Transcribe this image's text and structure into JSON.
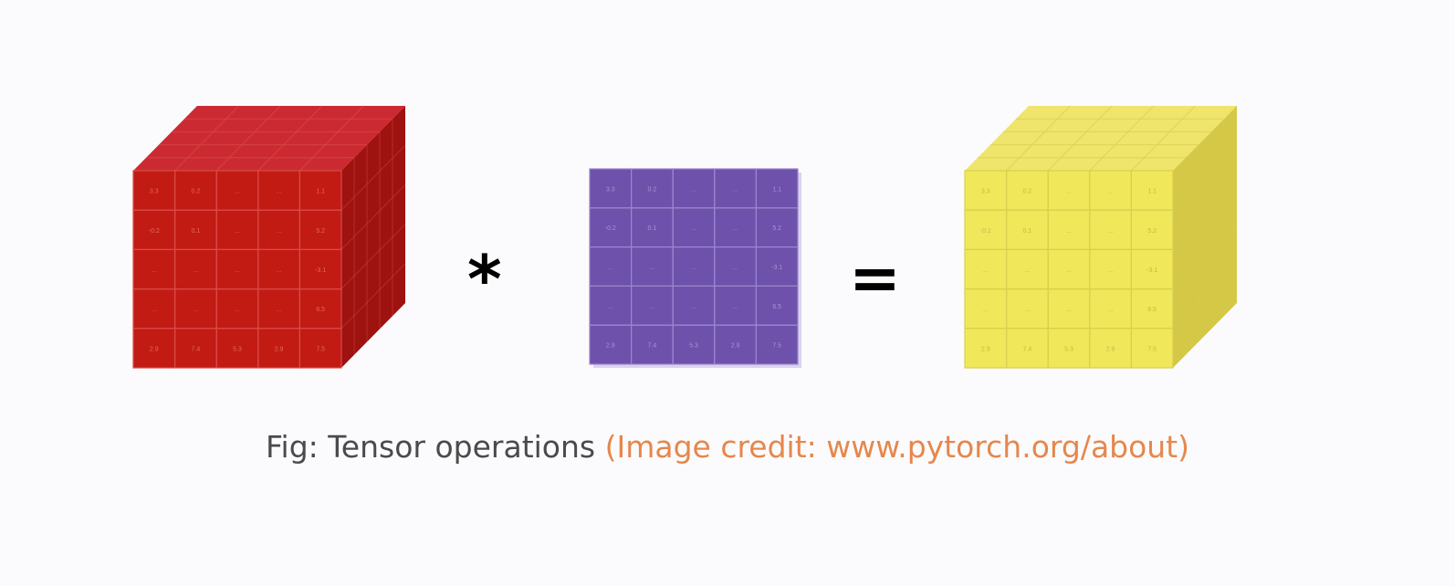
{
  "caption": {
    "main": "Fig: Tensor operations",
    "credit": "(Image credit:  www.pytorch.org/about)",
    "main_color": "#4a4a4a",
    "credit_color": "#e6874c"
  },
  "operators": {
    "multiply": "*",
    "equals": "="
  },
  "tensors": [
    {
      "name": "input-tensor",
      "kind": "cube",
      "front_color": "#c21b14",
      "top_color": "#cc2a33",
      "side_color": "#9e1210",
      "line_color": "#d84b46",
      "text_color": "#e06a60",
      "cells": [
        [
          "3.3",
          "0.2",
          "...",
          "...",
          "1.1"
        ],
        [
          "-0.2",
          "0.1",
          "...",
          "...",
          "5.2"
        ],
        [
          "...",
          "...",
          "...",
          "...",
          "-3.1"
        ],
        [
          "...",
          "...",
          "...",
          "...",
          "6.5"
        ],
        [
          "2.9",
          "7.4",
          "5.3",
          "2.9",
          "7.5"
        ]
      ]
    },
    {
      "name": "kernel-matrix",
      "kind": "square",
      "front_color": "#6d51aa",
      "line_color": "#9a86cf",
      "text_color": "#a796d6",
      "cells": [
        [
          "3.3",
          "0.2",
          "...",
          "...",
          "1.1"
        ],
        [
          "-0.2",
          "0.1",
          "...",
          "...",
          "5.2"
        ],
        [
          "...",
          "...",
          "...",
          "...",
          "-3.1"
        ],
        [
          "...",
          "...",
          "...",
          "...",
          "6.5"
        ],
        [
          "2.9",
          "7.4",
          "5.3",
          "2.9",
          "7.5"
        ]
      ]
    },
    {
      "name": "output-tensor",
      "kind": "cube",
      "front_color": "#f0e85a",
      "top_color": "#efe46c",
      "side_color": "#d4c846",
      "line_color": "#d8cf4d",
      "text_color": "#c2b945",
      "cells": [
        [
          "3.3",
          "0.2",
          "...",
          "...",
          "1.1"
        ],
        [
          "-0.2",
          "0.1",
          "...",
          "...",
          "5.2"
        ],
        [
          "...",
          "...",
          "...",
          "...",
          "-3.1"
        ],
        [
          "...",
          "...",
          "...",
          "...",
          "6.5"
        ],
        [
          "2.9",
          "7.4",
          "5.3",
          "2.9",
          "7.5"
        ]
      ]
    }
  ]
}
